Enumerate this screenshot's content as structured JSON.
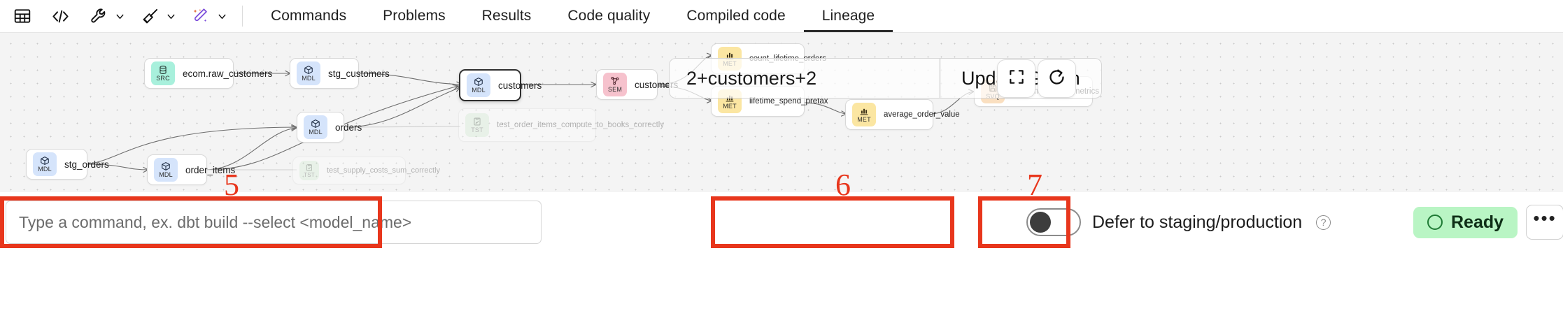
{
  "toolbar": {
    "icon_buttons": [
      {
        "name": "table-view-icon",
        "label": "Table view"
      },
      {
        "name": "code-view-icon",
        "label": "Code view"
      },
      {
        "name": "wrench-icon",
        "label": "Build tools"
      },
      {
        "name": "broom-icon",
        "label": "Format"
      },
      {
        "name": "magic-wand-icon",
        "label": "AI assist"
      }
    ],
    "tabs": [
      {
        "id": "commands",
        "label": "Commands",
        "active": false
      },
      {
        "id": "problems",
        "label": "Problems",
        "active": false
      },
      {
        "id": "results",
        "label": "Results",
        "active": false
      },
      {
        "id": "code-quality",
        "label": "Code quality",
        "active": false
      },
      {
        "id": "compiled-code",
        "label": "Compiled code",
        "active": false
      },
      {
        "id": "lineage",
        "label": "Lineage",
        "active": true
      }
    ]
  },
  "graph": {
    "nodes": [
      {
        "id": "ecom-raw-customers",
        "badge": "SRC",
        "label": "ecom.raw_customers"
      },
      {
        "id": "stg-customers",
        "badge": "MDL",
        "label": "stg_customers"
      },
      {
        "id": "customers-mdl",
        "badge": "MDL",
        "label": "customers"
      },
      {
        "id": "customers-sem",
        "badge": "SEM",
        "label": "customers"
      },
      {
        "id": "stg-orders",
        "badge": "MDL",
        "label": "stg_orders"
      },
      {
        "id": "order-items",
        "badge": "MDL",
        "label": "order_items"
      },
      {
        "id": "orders",
        "badge": "MDL",
        "label": "orders"
      },
      {
        "id": "test-order-items",
        "badge": "TST",
        "label": "test_order_items_compute_to_books_correctly"
      },
      {
        "id": "test-supply-costs",
        "badge": "TST",
        "label": "test_supply_costs_sum_correctly"
      },
      {
        "id": "count-lifetime-orders",
        "badge": "MET",
        "label": "count_lifetime_orders"
      },
      {
        "id": "lifetime-spend-pretax",
        "badge": "MET",
        "label": "lifetime_spend_pretax"
      },
      {
        "id": "average-order-value",
        "badge": "MET",
        "label": "average_order_value"
      },
      {
        "id": "customer-order-metrics",
        "badge": "SVQ",
        "label": "customer_order_metrics"
      }
    ],
    "controls": {
      "selector_value": "2+customers+2",
      "update_label": "Update Graph",
      "fit_icon": "fit-to-screen-icon",
      "refresh_icon": "refresh-icon"
    },
    "badge_colors": {
      "SRC": "#a8f0dc",
      "MDL": "#d5e4fb",
      "SEM": "#f6c2cd",
      "MET": "#fbe6a2",
      "TST": "#cdeccd",
      "SVQ": "#fadfc0"
    }
  },
  "bottom": {
    "command_placeholder": "Type a command, ex. dbt build --select <model_name>",
    "command_value": "",
    "defer_label": "Defer to staging/production",
    "defer_on": false,
    "help_glyph": "?",
    "status_label": "Ready",
    "status_color": "#b9f5c4",
    "more_glyph": "•••"
  },
  "annotations": [
    {
      "num": "5",
      "target": "command-input"
    },
    {
      "num": "6",
      "target": "defer-toggle"
    },
    {
      "num": "7",
      "target": "status-ready"
    }
  ]
}
